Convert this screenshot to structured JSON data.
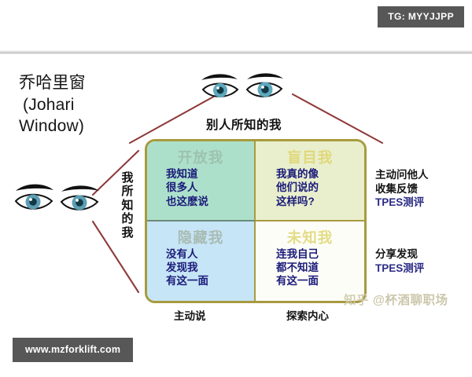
{
  "header": {
    "tg_badge": "TG: MYYJJPP"
  },
  "footer": {
    "site_badge": "www.mzforklift.com"
  },
  "title": {
    "line1": "乔哈里窗",
    "line2": "(Johari",
    "line3": "Window)"
  },
  "axes": {
    "top_label": "别人所知的我",
    "left_label": "我所知的我"
  },
  "quadrants": [
    {
      "key": "open",
      "title": "开放我",
      "lines": [
        "我知道",
        "很多人",
        "也这麽说"
      ],
      "fill": "#ade0cb",
      "title_color": "#9ec2ae"
    },
    {
      "key": "blind",
      "title": "盲目我",
      "lines": [
        "我真的像",
        "他们说的",
        "这样吗?"
      ],
      "fill": "#e9efcd",
      "title_color": "#e0d87a"
    },
    {
      "key": "hidden",
      "title": "隐藏我",
      "lines": [
        "没有人",
        "发现我",
        "有这一面"
      ],
      "fill": "#c6e5f6",
      "title_color": "#a9bcb4"
    },
    {
      "key": "unknown",
      "title": "未知我",
      "lines": [
        "连我自己",
        "都不知道",
        "有这一面"
      ],
      "fill": "#fdfdf8",
      "title_color": "#e3dc86"
    }
  ],
  "side_notes": {
    "top": {
      "line1": "主动问他人",
      "line2": "收集反馈",
      "line3": "TPES测评"
    },
    "bottom": {
      "line1": "分享发现",
      "line2": "TPES测评"
    }
  },
  "bottom_notes": {
    "left": "主动说",
    "right": "探索内心"
  },
  "watermark": {
    "brand": "知乎",
    "handle": "@杯酒聊职场"
  },
  "colors": {
    "grid_border": "#a89a3f",
    "connector": "#8e3b3b",
    "badge_bg": "#575757",
    "text_blue": "#1b1b7a"
  },
  "icons": {
    "eyes_top": "eyes-icon",
    "eyes_left": "eyes-icon"
  }
}
